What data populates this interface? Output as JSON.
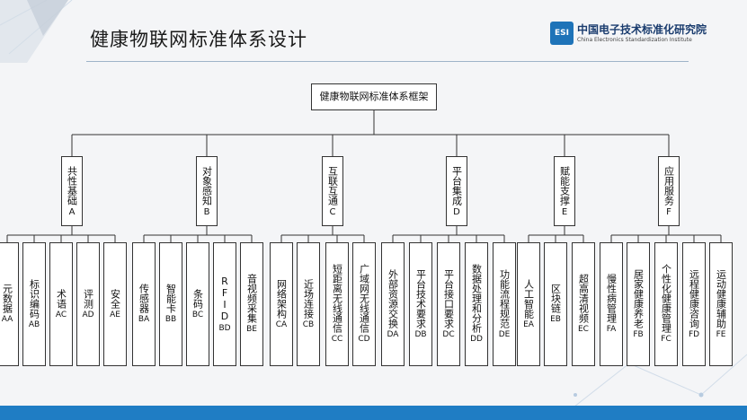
{
  "slide": {
    "title": "健康物联网标准体系设计",
    "logo": {
      "mark": "ESI",
      "name_cn": "中国电子技术标准化研究院",
      "name_en": "China Electronics Standardization Institute"
    },
    "colors": {
      "accent": "#1f7dc4",
      "line": "#333333"
    }
  },
  "root": {
    "label": "健康物联网标准体系框架"
  },
  "categories": [
    {
      "label": "共性基础",
      "code": "A"
    },
    {
      "label": "对象感知",
      "code": "B"
    },
    {
      "label": "互联互通",
      "code": "C"
    },
    {
      "label": "平台集成",
      "code": "D"
    },
    {
      "label": "赋能支撑",
      "code": "E"
    },
    {
      "label": "应用服务",
      "code": "F"
    }
  ],
  "leaves": [
    {
      "label": "元数据",
      "code": "AA"
    },
    {
      "label": "标识编码",
      "code": "AB"
    },
    {
      "label": "术语",
      "code": "AC"
    },
    {
      "label": "评测",
      "code": "AD"
    },
    {
      "label": "安全",
      "code": "AE"
    },
    {
      "label": "传感器",
      "code": "BA"
    },
    {
      "label": "智能卡",
      "code": "BB"
    },
    {
      "label": "条码",
      "code": "BC"
    },
    {
      "label": "RFID",
      "code": "BD"
    },
    {
      "label": "音视频采集",
      "code": "BE"
    },
    {
      "label": "网络架构",
      "code": "CA"
    },
    {
      "label": "近场连接",
      "code": "CB"
    },
    {
      "label": "短距离无线通信",
      "code": "CC"
    },
    {
      "label": "广域网无线通信",
      "code": "CD"
    },
    {
      "label": "外部资源交换",
      "code": "DA"
    },
    {
      "label": "平台技术要求",
      "code": "DB"
    },
    {
      "label": "平台接口要求",
      "code": "DC"
    },
    {
      "label": "数据处理和分析",
      "code": "DD"
    },
    {
      "label": "功能流程规范",
      "code": "DE"
    },
    {
      "label": "人工智能",
      "code": "EA"
    },
    {
      "label": "区块链",
      "code": "EB"
    },
    {
      "label": "超高清视频",
      "code": "EC"
    },
    {
      "label": "慢性病管理",
      "code": "FA"
    },
    {
      "label": "居家健康养老",
      "code": "FB"
    },
    {
      "label": "个性化健康管理",
      "code": "FC"
    },
    {
      "label": "远程健康咨询",
      "code": "FD"
    },
    {
      "label": "运动健康辅助",
      "code": "FE"
    }
  ]
}
